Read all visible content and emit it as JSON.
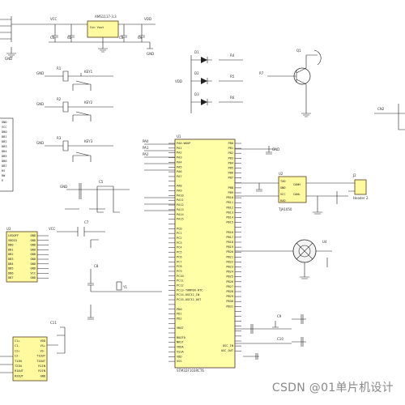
{
  "regulator": {
    "part": "AMS1117-3.3",
    "pin_label": "Vin  Vout",
    "net_in": "VCC",
    "net_out": "VDD"
  },
  "led_array": {
    "net": "VDD"
  },
  "transistor": {
    "ref": "Q1"
  },
  "mcu": {
    "ref": "U1",
    "left_pins": [
      "PA0-WKUP",
      "PA1",
      "PA2",
      "PA3",
      "PA4",
      "PA5",
      "PA6",
      "PA7",
      "",
      "PA8",
      "PA9",
      "PA10",
      "PA11",
      "PA12",
      "PA13",
      "PA14",
      "PA15",
      "",
      "PC0",
      "PC1",
      "PC2",
      "PC3",
      "PC4",
      "PC5",
      "PC6",
      "PC7",
      "PC8",
      "PC9",
      "PC10",
      "PC11",
      "PC12",
      "PC13-TAMPER-RTC",
      "PC14-OSC32_IN",
      "PC15-OSC32_OUT",
      "",
      "PD0",
      "PD1",
      "PD2",
      "",
      "VBAT",
      "",
      "BOOT0",
      "NRST",
      "VDDA",
      "VSSA",
      "VDD",
      "VSS"
    ],
    "right_pins": [
      "PB0",
      "PB1",
      "PB2",
      "PB3",
      "PB4",
      "PB5",
      "PB6",
      "PB7",
      "",
      "PB8",
      "PB9",
      "PB10",
      "PB11",
      "PB12",
      "PB13",
      "PB14",
      "PB15",
      "",
      "PB16",
      "PB17",
      "PB18",
      "PB19",
      "PB20",
      "PB21",
      "PB22",
      "PB23",
      "PB24",
      "PB25",
      "PB26",
      "PB27",
      "PB28",
      "PB29",
      "PB30",
      "PB31",
      "",
      "",
      "",
      "",
      "",
      "",
      "",
      "OSC_IN",
      "OSC_OUT"
    ],
    "part": "STM32F103RCT6"
  },
  "can": {
    "ref": "U2",
    "part": "TJA1050",
    "pins": [
      "TXD",
      "GND",
      "VCC",
      "RXD",
      "CANH",
      "CANL"
    ]
  },
  "header": {
    "ref": "J2",
    "part": "Header 2"
  },
  "stepper": {
    "ref": "U4"
  },
  "lcd": {
    "ref": "U3",
    "pins_left": [
      "LEDOFF",
      "VDDIO",
      "DB0",
      "DB1",
      "DB2",
      "DB3",
      "DB4",
      "DB5",
      "DB6",
      "DB7"
    ],
    "pins_right": [
      "GND",
      "GND",
      "GND",
      "GND",
      "GND",
      "GND",
      "GND",
      "GND",
      "VCC",
      "GND"
    ]
  },
  "max232": {
    "pins_left": [
      "C1+",
      "C1-",
      "C2+",
      "C2-",
      "T1IN",
      "T2IN",
      "R1OUT",
      "R2OUT"
    ],
    "pins_right": [
      "VDD",
      "VS+",
      "VS-",
      "T1OUT",
      "T2OUT",
      "R1IN",
      "R2IN",
      "GND"
    ]
  },
  "left_connector": {
    "pins": [
      "GND",
      "VCC",
      "DB0",
      "DB1",
      "DB2",
      "DB3",
      "DB4",
      "DB5",
      "DB6",
      "DB7",
      "RS",
      "RW",
      "E"
    ]
  },
  "watermark": {
    "text": "CSDN @01单片机设计"
  }
}
